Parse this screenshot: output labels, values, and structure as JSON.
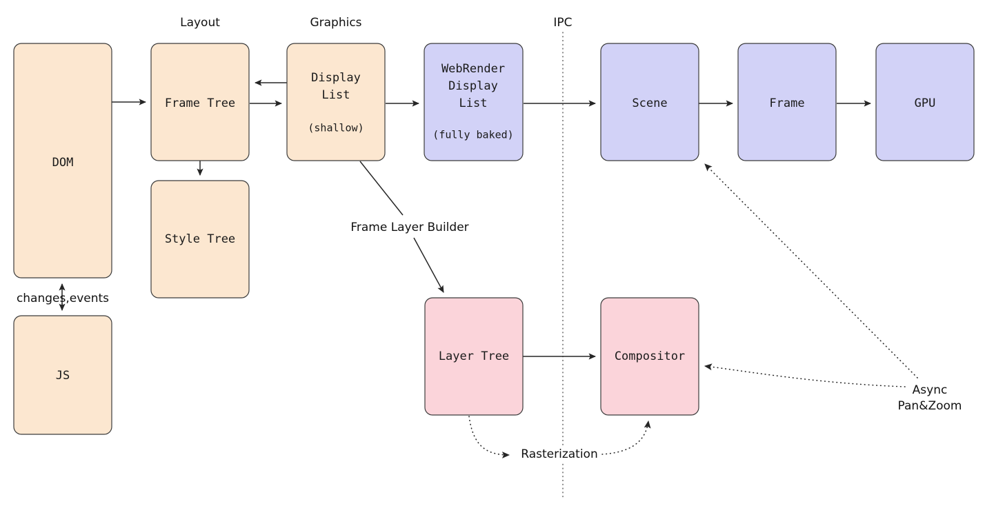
{
  "diagram": {
    "title": "Firefox rendering pipeline (Gecko / WebRender)",
    "colors": {
      "orange_fill": "#fce7d0",
      "blue_fill": "#d2d2f7",
      "pink_fill": "#fbd4da",
      "stroke": "#3b3b3b",
      "arrow": "#262626",
      "text": "#111111",
      "background": "#ffffff"
    },
    "section_labels": [
      {
        "id": "layout",
        "text": "Layout"
      },
      {
        "id": "graphics",
        "text": "Graphics"
      },
      {
        "id": "ipc",
        "text": "IPC"
      }
    ],
    "nodes": [
      {
        "id": "dom",
        "label": "DOM",
        "sublabel": "",
        "group": "content"
      },
      {
        "id": "js",
        "label": "JS",
        "sublabel": "",
        "group": "content"
      },
      {
        "id": "frame-tree",
        "label": "Frame Tree",
        "sublabel": "",
        "group": "layout"
      },
      {
        "id": "style-tree",
        "label": "Style Tree",
        "sublabel": "",
        "group": "layout"
      },
      {
        "id": "display-list",
        "label": "Display\nList",
        "sublabel": "(shallow)",
        "group": "graphics"
      },
      {
        "id": "wr-display-list",
        "label": "WebRender\nDisplay\nList",
        "sublabel": "(fully baked)",
        "group": "webrender"
      },
      {
        "id": "scene",
        "label": "Scene",
        "sublabel": "",
        "group": "webrender"
      },
      {
        "id": "frame",
        "label": "Frame",
        "sublabel": "",
        "group": "webrender"
      },
      {
        "id": "gpu",
        "label": "GPU",
        "sublabel": "",
        "group": "webrender"
      },
      {
        "id": "layer-tree",
        "label": "Layer Tree",
        "sublabel": "",
        "group": "legacy"
      },
      {
        "id": "compositor",
        "label": "Compositor",
        "sublabel": "",
        "group": "legacy"
      }
    ],
    "node_text": {
      "dom": "DOM",
      "js": "JS",
      "frame_tree": "Frame Tree",
      "style_tree": "Style Tree",
      "display_list_line1": "Display",
      "display_list_line2": "List",
      "display_list_note": "(shallow)",
      "wr_line1": "WebRender",
      "wr_line2": "Display",
      "wr_line3": "List",
      "wr_note": "(fully baked)",
      "scene": "Scene",
      "frame": "Frame",
      "gpu": "GPU",
      "layer_tree": "Layer Tree",
      "compositor": "Compositor"
    },
    "edge_labels": [
      {
        "id": "changes-events",
        "text": "changes,events"
      },
      {
        "id": "frame-layer-builder",
        "text": "Frame Layer Builder"
      },
      {
        "id": "rasterization",
        "text": "Rasterization"
      },
      {
        "id": "async-pan-zoom-l1",
        "text": "Async"
      },
      {
        "id": "async-pan-zoom-l2",
        "text": "Pan&Zoom"
      }
    ],
    "edge_text": {
      "changes_events": "changes,events",
      "frame_layer_builder": "Frame Layer Builder",
      "rasterization": "Rasterization",
      "async_line1": "Async",
      "async_line2": "Pan&Zoom"
    },
    "edges": [
      {
        "from": "dom",
        "to": "frame-tree",
        "style": "solid"
      },
      {
        "from": "js",
        "to": "dom",
        "style": "solid",
        "bidirectional": true,
        "label": "changes,events"
      },
      {
        "from": "frame-tree",
        "to": "style-tree",
        "style": "solid"
      },
      {
        "from": "frame-tree",
        "to": "display-list",
        "style": "solid"
      },
      {
        "from": "display-list",
        "to": "frame-tree",
        "style": "solid"
      },
      {
        "from": "display-list",
        "to": "wr-display-list",
        "style": "solid"
      },
      {
        "from": "display-list",
        "to": "layer-tree",
        "style": "solid",
        "label": "Frame Layer Builder"
      },
      {
        "from": "wr-display-list",
        "to": "scene",
        "style": "solid"
      },
      {
        "from": "scene",
        "to": "frame",
        "style": "solid"
      },
      {
        "from": "frame",
        "to": "gpu",
        "style": "solid"
      },
      {
        "from": "layer-tree",
        "to": "compositor",
        "style": "solid"
      },
      {
        "from": "layer-tree",
        "to": "rasterization",
        "style": "dotted",
        "label": "Rasterization"
      },
      {
        "from": "rasterization",
        "to": "compositor",
        "style": "dotted"
      },
      {
        "from": "async-pan-zoom",
        "to": "scene",
        "style": "dotted",
        "label": "Async Pan&Zoom"
      },
      {
        "from": "async-pan-zoom",
        "to": "compositor",
        "style": "dotted"
      }
    ]
  }
}
